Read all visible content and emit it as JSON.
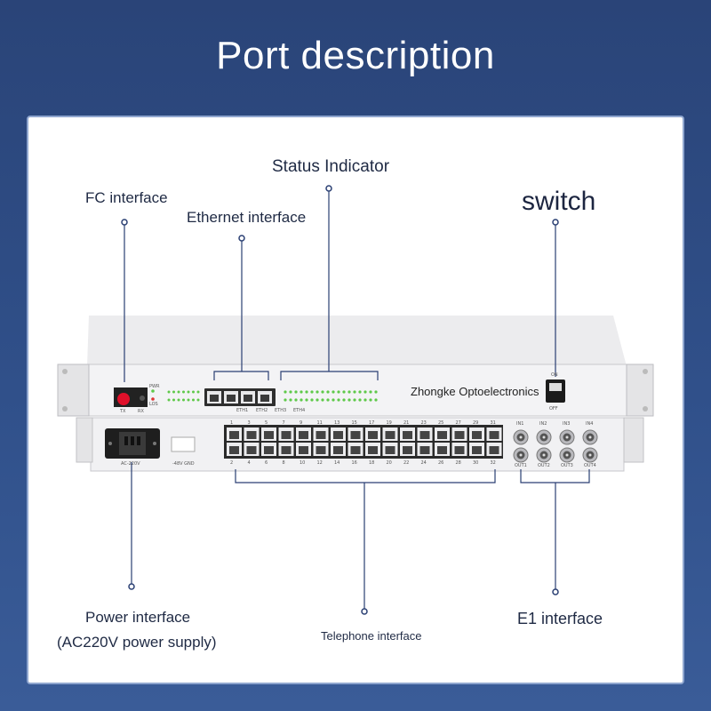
{
  "title": "Port description",
  "labels": {
    "fc": "FC interface",
    "ethernet": "Ethernet interface",
    "status": "Status Indicator",
    "switch": "switch",
    "power_line1": "Power interface",
    "power_line2": "(AC220V power supply)",
    "telephone": "Telephone interface",
    "e1": "E1 interface"
  },
  "device": {
    "brand": "Zhongke Optoelectronics",
    "tx": "TX",
    "rx": "RX",
    "pwr": "PWR",
    "los": "LOS",
    "eth1": "ETH1",
    "eth2": "ETH2",
    "eth3": "ETH3",
    "eth4": "ETH4",
    "ac": "AC-220V",
    "dc": "-48V GND",
    "on": "ON",
    "off": "OFF",
    "in_labels": [
      "IN1",
      "IN2",
      "IN3",
      "IN4"
    ],
    "out_labels": [
      "OUT1",
      "OUT2",
      "OUT3",
      "OUT4"
    ],
    "port_odd": [
      "1",
      "3",
      "5",
      "7",
      "9",
      "11",
      "13",
      "15",
      "17",
      "19",
      "21",
      "23",
      "25",
      "27",
      "29",
      "31"
    ],
    "port_even": [
      "2",
      "4",
      "6",
      "8",
      "10",
      "12",
      "14",
      "16",
      "18",
      "20",
      "22",
      "24",
      "26",
      "28",
      "30",
      "32"
    ]
  },
  "colors": {
    "background": "#30508a",
    "accent": "#2a3f73",
    "led": "#5fc94a",
    "fc_port": "#e0102a"
  }
}
